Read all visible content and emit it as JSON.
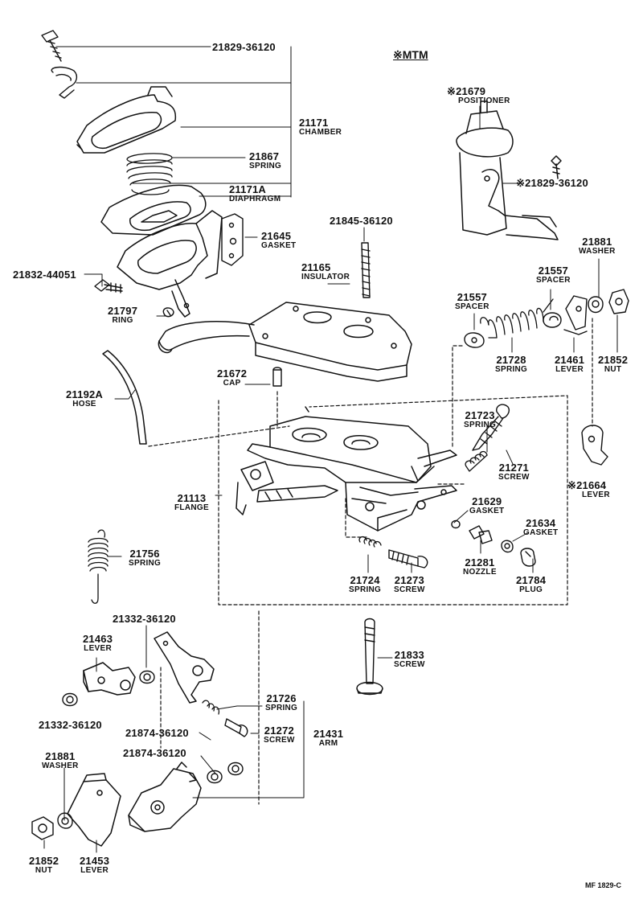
{
  "header": {
    "variant_label": "※MTM"
  },
  "footer": {
    "code": "MF  1829-C"
  },
  "parts": [
    {
      "id": "p01",
      "number": "21829-36120",
      "name": ""
    },
    {
      "id": "p02",
      "number": "21171",
      "name": "CHAMBER"
    },
    {
      "id": "p03",
      "number": "21867",
      "name": "SPRING"
    },
    {
      "id": "p04",
      "number": "21171A",
      "name": "DIAPHRAGM"
    },
    {
      "id": "p05",
      "number": "21645",
      "name": "GASKET"
    },
    {
      "id": "p06",
      "number": "21832-44051",
      "name": ""
    },
    {
      "id": "p07",
      "number": "21797",
      "name": "RING"
    },
    {
      "id": "p08",
      "number": "21845-36120",
      "name": ""
    },
    {
      "id": "p09",
      "number": "21165",
      "name": "INSULATOR"
    },
    {
      "id": "p10",
      "number": "※21679",
      "name": "POSITIONER"
    },
    {
      "id": "p11",
      "number": "※21829-36120",
      "name": ""
    },
    {
      "id": "p12",
      "number": "21881",
      "name": "WASHER"
    },
    {
      "id": "p13",
      "number": "21557",
      "name": "SPACER"
    },
    {
      "id": "p14",
      "number": "21557",
      "name": "SPACER"
    },
    {
      "id": "p15",
      "number": "21728",
      "name": "SPRING"
    },
    {
      "id": "p16",
      "number": "21461",
      "name": "LEVER"
    },
    {
      "id": "p17",
      "number": "21852",
      "name": "NUT"
    },
    {
      "id": "p18",
      "number": "21672",
      "name": "CAP"
    },
    {
      "id": "p19",
      "number": "21192A",
      "name": "HOSE"
    },
    {
      "id": "p20",
      "number": "21723",
      "name": "SPRING"
    },
    {
      "id": "p21",
      "number": "21271",
      "name": "SCREW"
    },
    {
      "id": "p22",
      "number": "※21664",
      "name": "LEVER"
    },
    {
      "id": "p23",
      "number": "21113",
      "name": "FLANGE"
    },
    {
      "id": "p24",
      "number": "21629",
      "name": "GASKET"
    },
    {
      "id": "p25",
      "number": "21634",
      "name": "GASKET"
    },
    {
      "id": "p26",
      "number": "21281",
      "name": "NOZZLE"
    },
    {
      "id": "p27",
      "number": "21784",
      "name": "PLUG"
    },
    {
      "id": "p28",
      "number": "21724",
      "name": "SPRING"
    },
    {
      "id": "p29",
      "number": "21273",
      "name": "SCREW"
    },
    {
      "id": "p30",
      "number": "21756",
      "name": "SPRING"
    },
    {
      "id": "p31",
      "number": "21332-36120",
      "name": ""
    },
    {
      "id": "p32",
      "number": "21463",
      "name": "LEVER"
    },
    {
      "id": "p33",
      "number": "21833",
      "name": "SCREW"
    },
    {
      "id": "p34",
      "number": "21332-36120",
      "name": ""
    },
    {
      "id": "p35",
      "number": "21726",
      "name": "SPRING"
    },
    {
      "id": "p36",
      "number": "21874-36120",
      "name": ""
    },
    {
      "id": "p37",
      "number": "21272",
      "name": "SCREW"
    },
    {
      "id": "p38",
      "number": "21431",
      "name": "ARM"
    },
    {
      "id": "p39",
      "number": "21874-36120",
      "name": ""
    },
    {
      "id": "p40",
      "number": "21881",
      "name": "WASHER"
    },
    {
      "id": "p41",
      "number": "21852",
      "name": "NUT"
    },
    {
      "id": "p42",
      "number": "21453",
      "name": "LEVER"
    }
  ]
}
